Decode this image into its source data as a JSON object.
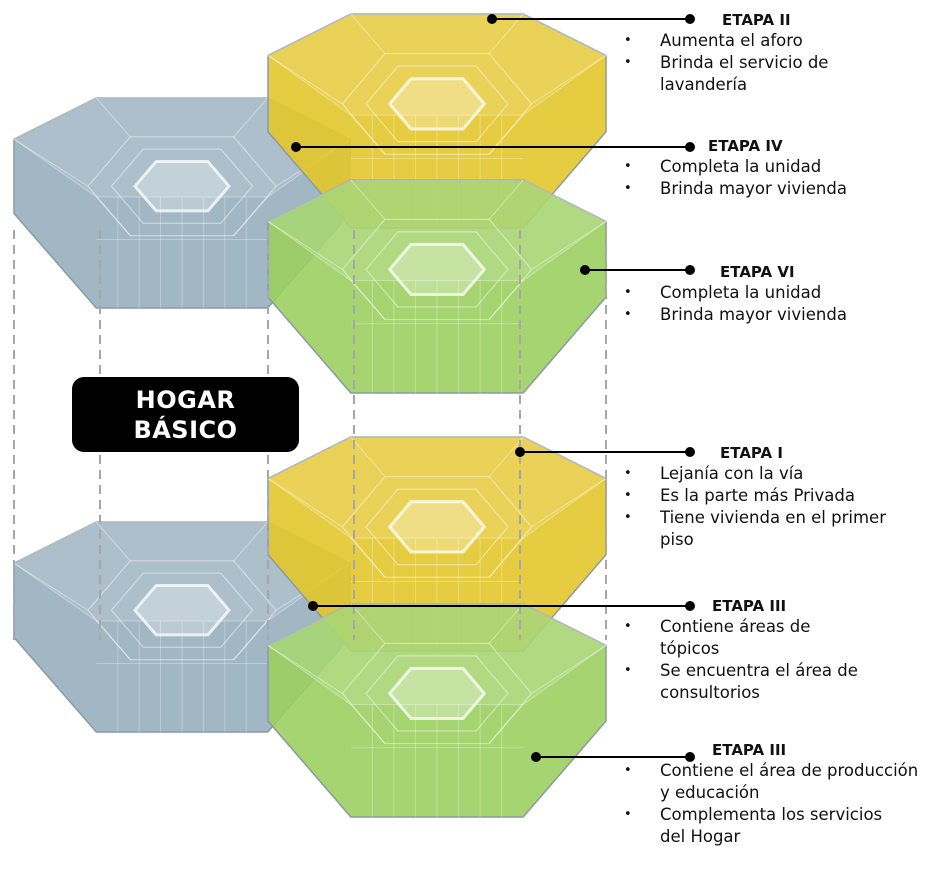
{
  "badge": {
    "line1": "HOGAR",
    "line2": "BÁSICO"
  },
  "colors": {
    "blue": "#97afbe",
    "yellow": "#e3c62b",
    "green": "#9ccf62",
    "edge": "#8b9aa4",
    "leader": "#000000"
  },
  "stages": [
    {
      "title": "ETAPA II",
      "items": [
        "Aumenta el aforo",
        "Brinda el servicio de lavandería"
      ]
    },
    {
      "title": "ETAPA IV",
      "items": [
        "Completa la unidad",
        "Brinda mayor vivienda"
      ]
    },
    {
      "title": "ETAPA VI",
      "items": [
        "Completa la unidad",
        "Brinda mayor vivienda"
      ]
    },
    {
      "title": "ETAPA I",
      "items": [
        "Lejanía con la vía",
        "Es la parte más Privada",
        "Tiene vivienda en el primer piso"
      ]
    },
    {
      "title": "ETAPA III",
      "items": [
        "Contiene áreas de tópicos",
        "Se encuentra el área de consultorios"
      ]
    },
    {
      "title": "ETAPA III",
      "items": [
        "Contiene el área de producción y educación",
        "Complementa los servicios del Hogar"
      ]
    }
  ]
}
